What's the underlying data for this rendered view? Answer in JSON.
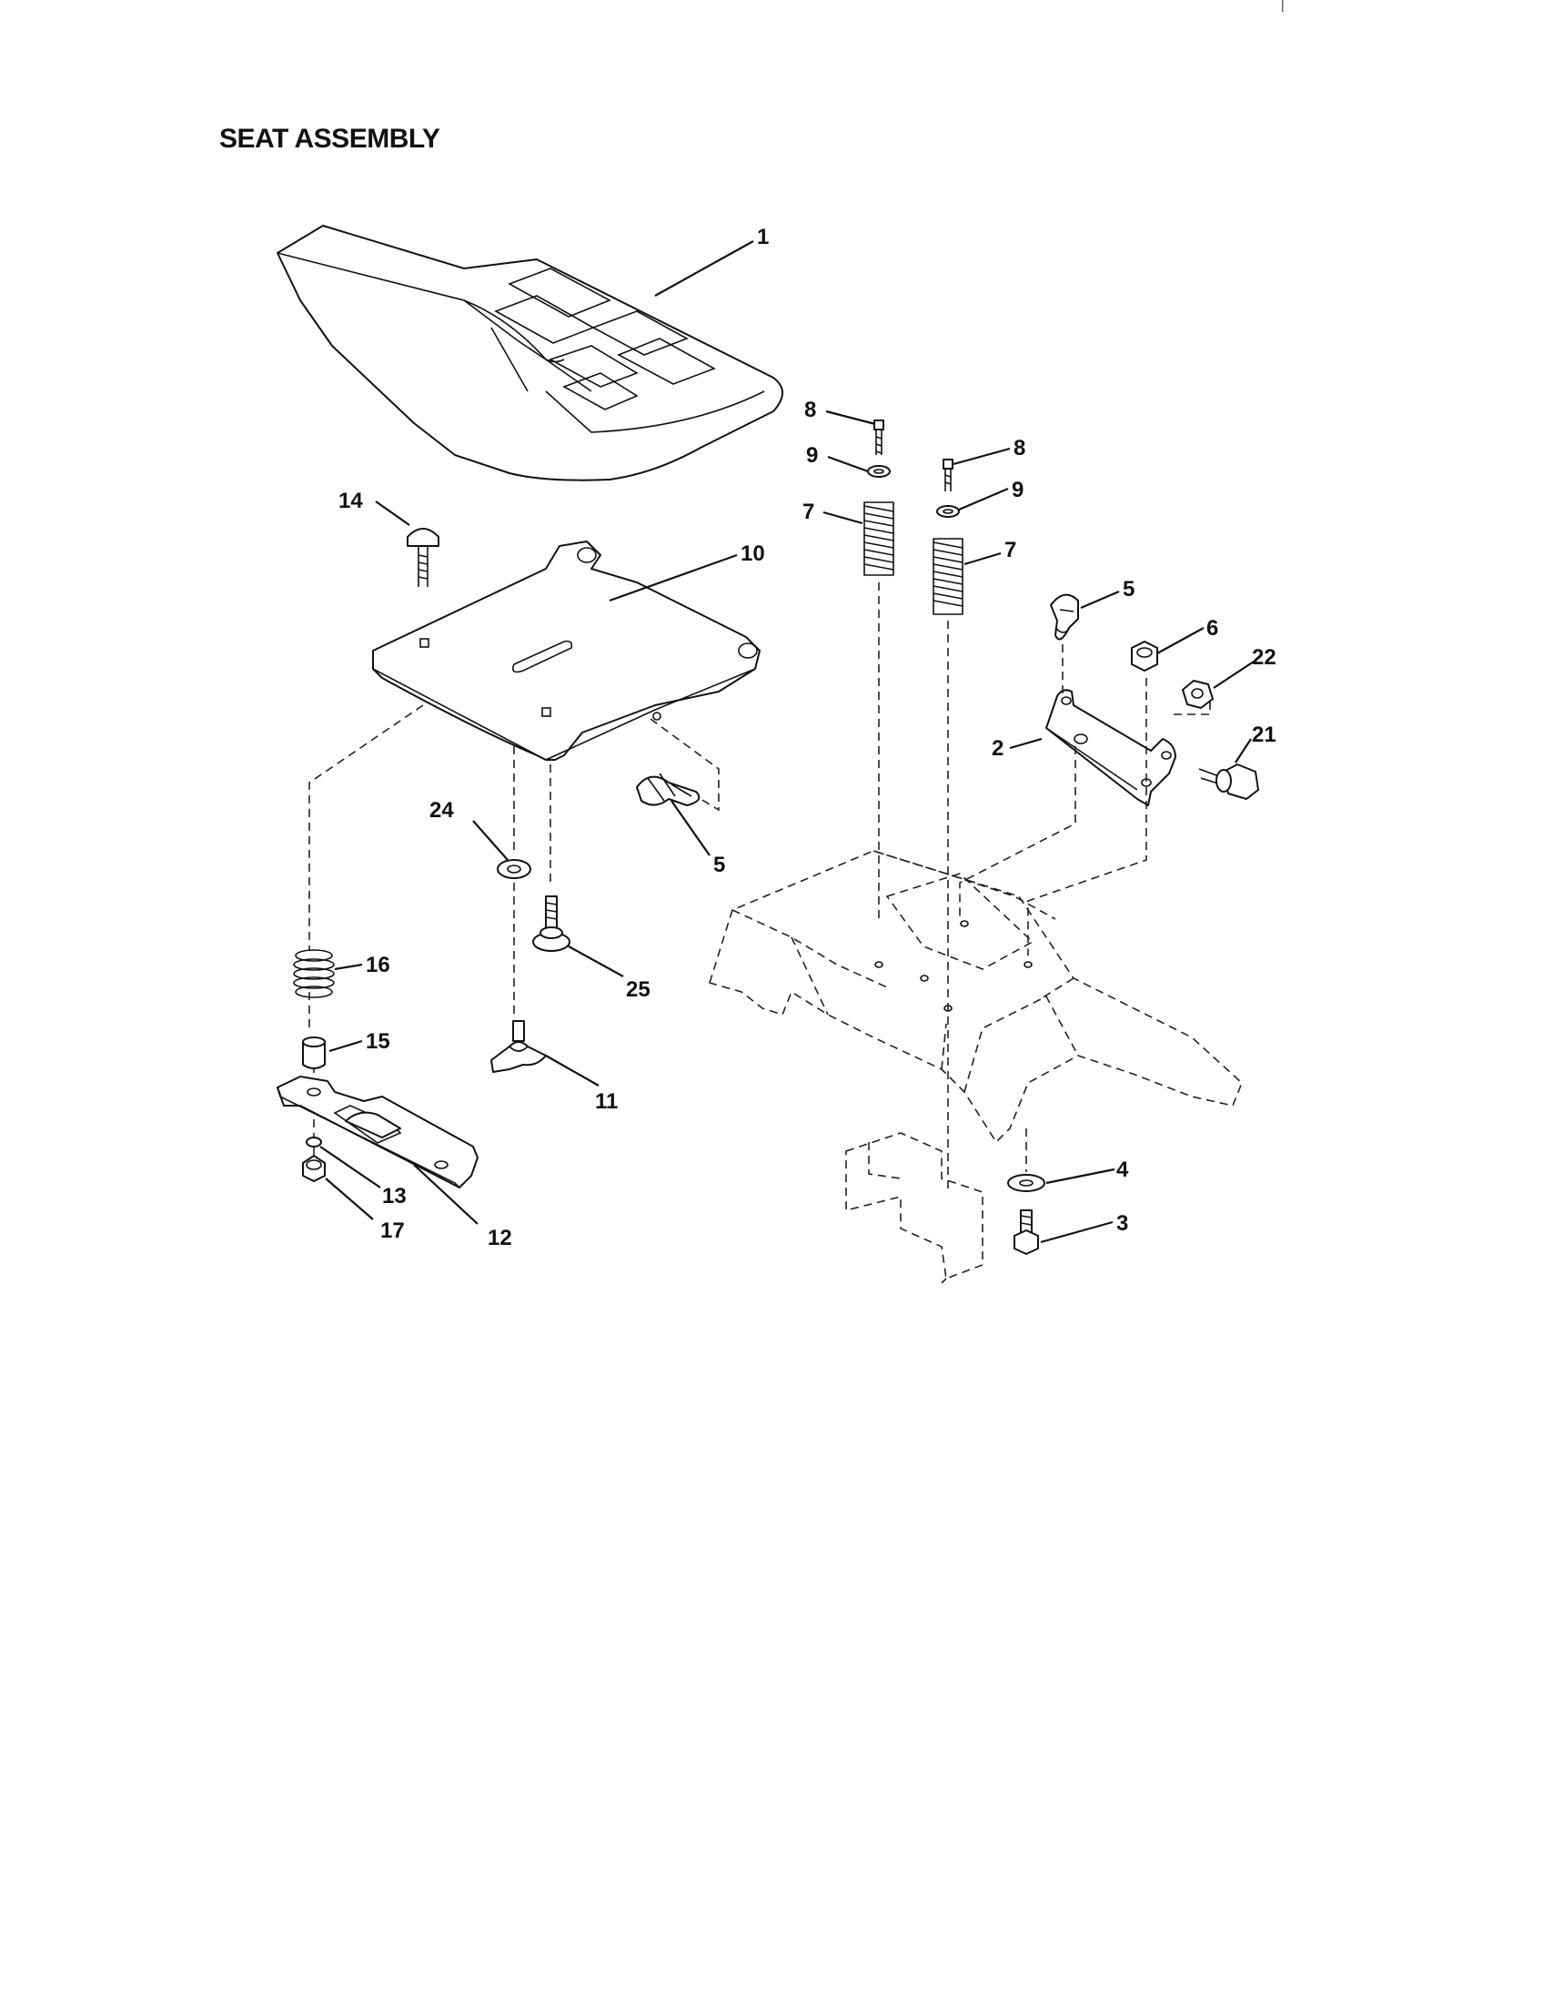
{
  "title": "SEAT ASSEMBLY",
  "page_mark": "|",
  "callouts": {
    "c1": "1",
    "c2": "2",
    "c3": "3",
    "c4": "4",
    "c5a": "5",
    "c5b": "5",
    "c6": "6",
    "c7a": "7",
    "c7b": "7",
    "c8a": "8",
    "c8b": "8",
    "c9a": "9",
    "c9b": "9",
    "c10": "10",
    "c11": "11",
    "c12": "12",
    "c13": "13",
    "c14": "14",
    "c15": "15",
    "c16": "16",
    "c17": "17",
    "c21": "21",
    "c22": "22",
    "c24": "24",
    "c25": "25"
  }
}
